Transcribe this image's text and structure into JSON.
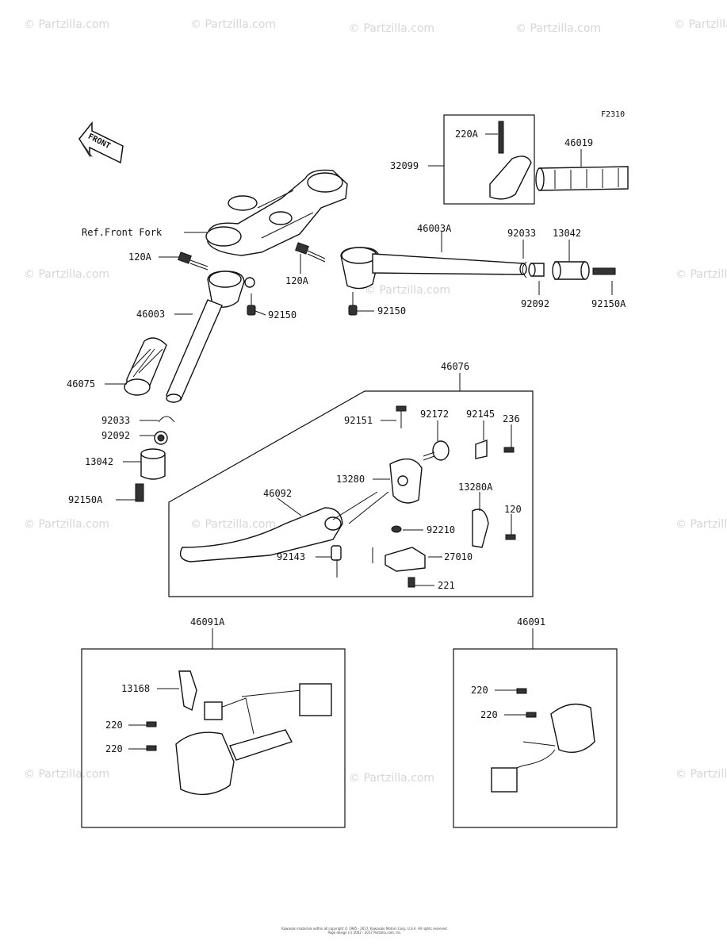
{
  "diagram_code": "F2310",
  "front_arrow_label": "FRONT",
  "watermark_text": "© Partzilla.com",
  "copyright_lines": [
    "Kawasaki materials within all copyright © 1985 - 2017, Kawasaki Motors Corp, U.S.A. All rights reserved.",
    "Page design (c) 2002 - 2017 Partzilla.com, Inc."
  ],
  "labels": {
    "ref_front_fork": "Ref.Front Fork",
    "p120A_left": "120A",
    "p120A_right": "120A",
    "p46003": "46003",
    "p46003A": "46003A",
    "p92150_left": "92150",
    "p92150_right": "92150",
    "p46075": "46075",
    "p92033_left": "92033",
    "p92092_left": "92092",
    "p13042_left": "13042",
    "p92150A_left": "92150A",
    "p220A": "220A",
    "p32099": "32099",
    "p46019": "46019",
    "p92033_right": "92033",
    "p13042_right": "13042",
    "p92092_right": "92092",
    "p92150A_right": "92150A",
    "p46076": "46076",
    "p92151": "92151",
    "p92172": "92172",
    "p92145": "92145",
    "p236": "236",
    "p13280": "13280",
    "p13280A": "13280A",
    "p46092": "46092",
    "p120": "120",
    "p92210": "92210",
    "p92143": "92143",
    "p27010": "27010",
    "p221": "221",
    "p46091A": "46091A",
    "p13168": "13168",
    "p220_a": "220",
    "p220_b": "220",
    "p46091": "46091",
    "p220_c": "220",
    "p220_d": "220"
  }
}
